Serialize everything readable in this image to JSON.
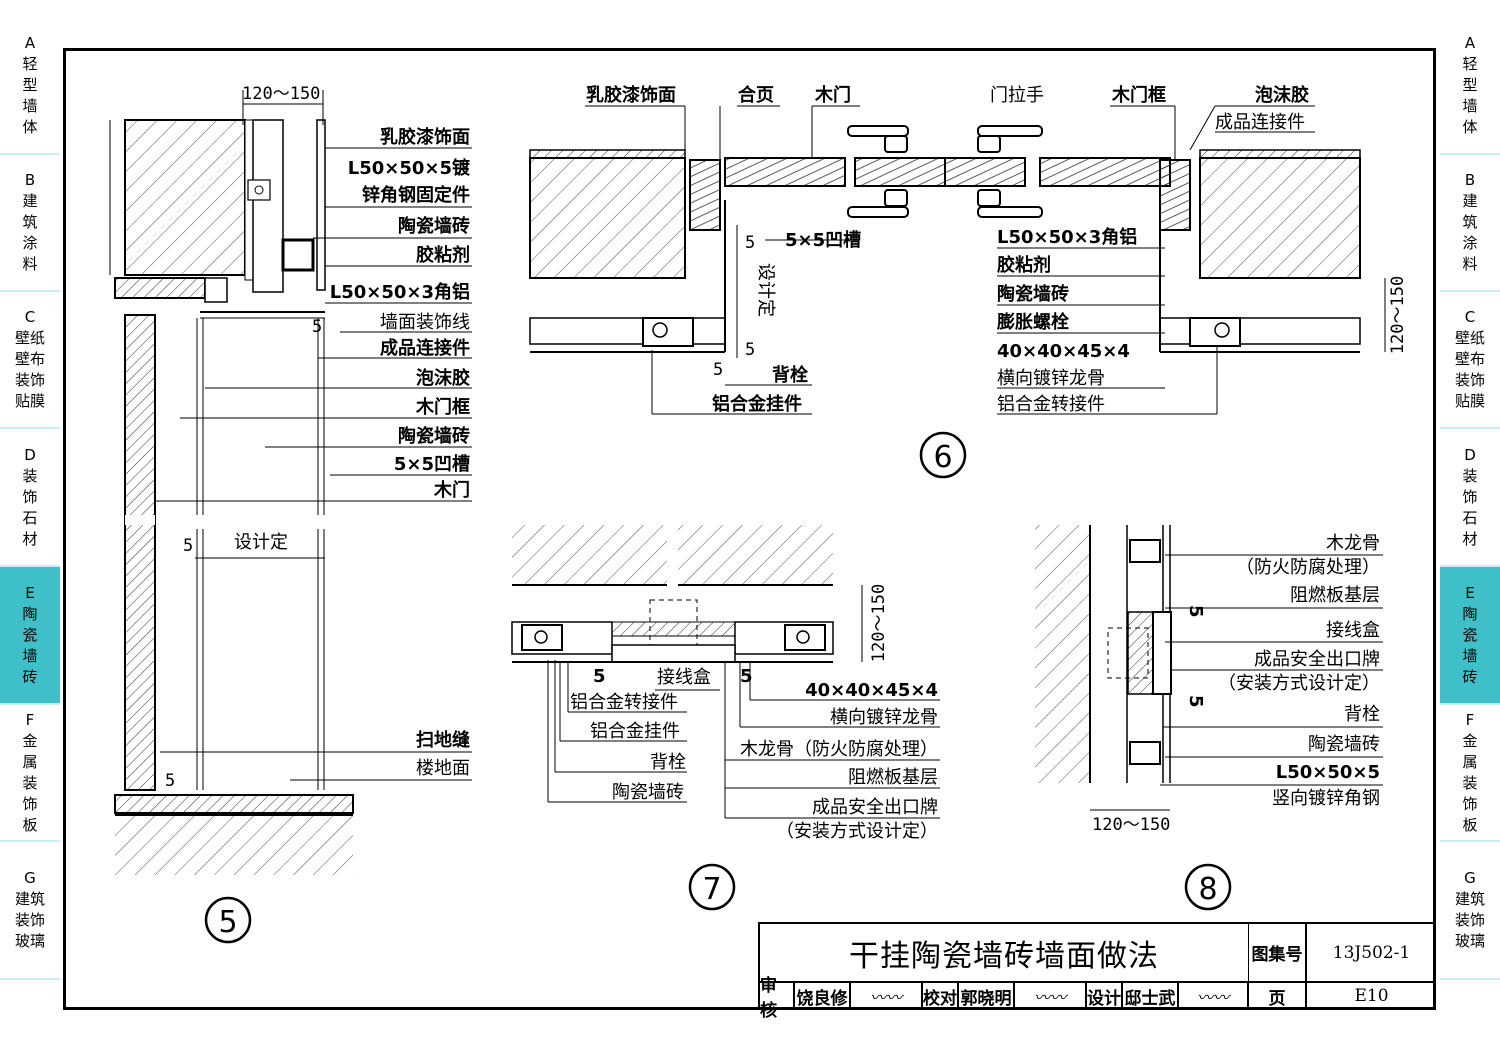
{
  "left_tabs": [
    {
      "letter": "A",
      "name": "轻型墙体",
      "lines": [
        "轻",
        "型",
        "墙",
        "体"
      ]
    },
    {
      "letter": "B",
      "name": "建筑涂料",
      "lines": [
        "建",
        "筑",
        "涂",
        "料"
      ]
    },
    {
      "letter": "C",
      "name": "壁纸壁布装饰贴膜",
      "lines": [
        "壁纸",
        "壁布",
        "装饰",
        "贴膜"
      ]
    },
    {
      "letter": "D",
      "name": "装饰石材",
      "lines": [
        "装",
        "饰",
        "石",
        "材"
      ]
    },
    {
      "letter": "E",
      "name": "陶瓷墙砖",
      "lines": [
        "陶",
        "瓷",
        "墙",
        "砖"
      ]
    },
    {
      "letter": "F",
      "name": "金属装饰板",
      "lines": [
        "金",
        "属",
        "装",
        "饰",
        "板"
      ]
    },
    {
      "letter": "G",
      "name": "建筑装饰玻璃",
      "lines": [
        "建筑",
        "装饰",
        "玻璃"
      ]
    }
  ],
  "active_tab": "E",
  "colors": {
    "tab_active": "#3fc0c8",
    "tab_divider": "#cdeef0",
    "ink": "#000000",
    "hatch": "#555555"
  },
  "detail5": {
    "number": "5",
    "dim_top": "120～150",
    "dim_5a": "5",
    "dim_5b": "5",
    "dim_5c": "5",
    "design": "设计定",
    "labels": {
      "latex": "乳胶漆饰面",
      "angle1": "L50×50×5镀",
      "angle2": "锌角钢固定件",
      "tile1": "陶瓷墙砖",
      "adhesive": "胶粘剂",
      "alu_angle": "L50×50×3角铝",
      "trim": "墙面装饰线",
      "connector": "成品连接件",
      "foam": "泡沫胶",
      "frame": "木门框",
      "tile2": "陶瓷墙砖",
      "groove": "5×5凹槽",
      "door": "木门",
      "skirting": "扫地缝",
      "floor": "楼地面"
    }
  },
  "detail6": {
    "number": "6",
    "dim_side": "120～150",
    "dim_5a": "5",
    "dim_5b": "5",
    "dim_5c": "5",
    "design": "设计定",
    "labels": {
      "latex": "乳胶漆饰面",
      "hinge": "合页",
      "door": "木门",
      "handle": "门拉手",
      "frame": "木门框",
      "foam": "泡沫胶",
      "connector": "成品连接件",
      "groove": "5×5凹槽",
      "alu_angle": "L50×50×3角铝",
      "adhesive": "胶粘剂",
      "tile": "陶瓷墙砖",
      "bolt": "膨胀螺栓",
      "size": "40×40×45×4",
      "keel": "横向镀锌龙骨",
      "alu_adapter": "铝合金转接件",
      "back_bolt": "背栓",
      "alu_hanger": "铝合金挂件"
    }
  },
  "detail7": {
    "number": "7",
    "dim_side": "120～150",
    "dim_5a": "5",
    "dim_5b": "5",
    "labels": {
      "junction": "接线盒",
      "alu_adapter": "铝合金转接件",
      "alu_hanger": "铝合金挂件",
      "back_bolt": "背栓",
      "tile": "陶瓷墙砖",
      "size": "40×40×45×4",
      "keel": "横向镀锌龙骨",
      "wood_keel": "木龙骨（防火防腐处理）",
      "board": "阻燃板基层",
      "exit_sign": "成品安全出口牌",
      "install": "（安装方式设计定）"
    }
  },
  "detail8": {
    "number": "8",
    "dim_bottom": "120～150",
    "dim_5a": "5",
    "dim_5b": "5",
    "labels": {
      "wood_keel": "木龙骨",
      "fire": "（防火防腐处理）",
      "board": "阻燃板基层",
      "junction": "接线盒",
      "exit_sign": "成品安全出口牌",
      "install": "（安装方式设计定）",
      "back_bolt": "背栓",
      "tile": "陶瓷墙砖",
      "angle": "L50×50×5",
      "vertical": "竖向镀锌角钢"
    }
  },
  "title_block": {
    "title": "干挂陶瓷墙砖墙面做法",
    "atlas_label": "图集号",
    "atlas_no": "13J502-1",
    "review_label": "审核",
    "reviewer": "饶良修",
    "check_label": "校对",
    "checker": "郭晓明",
    "design_label": "设计",
    "designer": "邸士武",
    "page_label": "页",
    "page_no": "E10"
  }
}
